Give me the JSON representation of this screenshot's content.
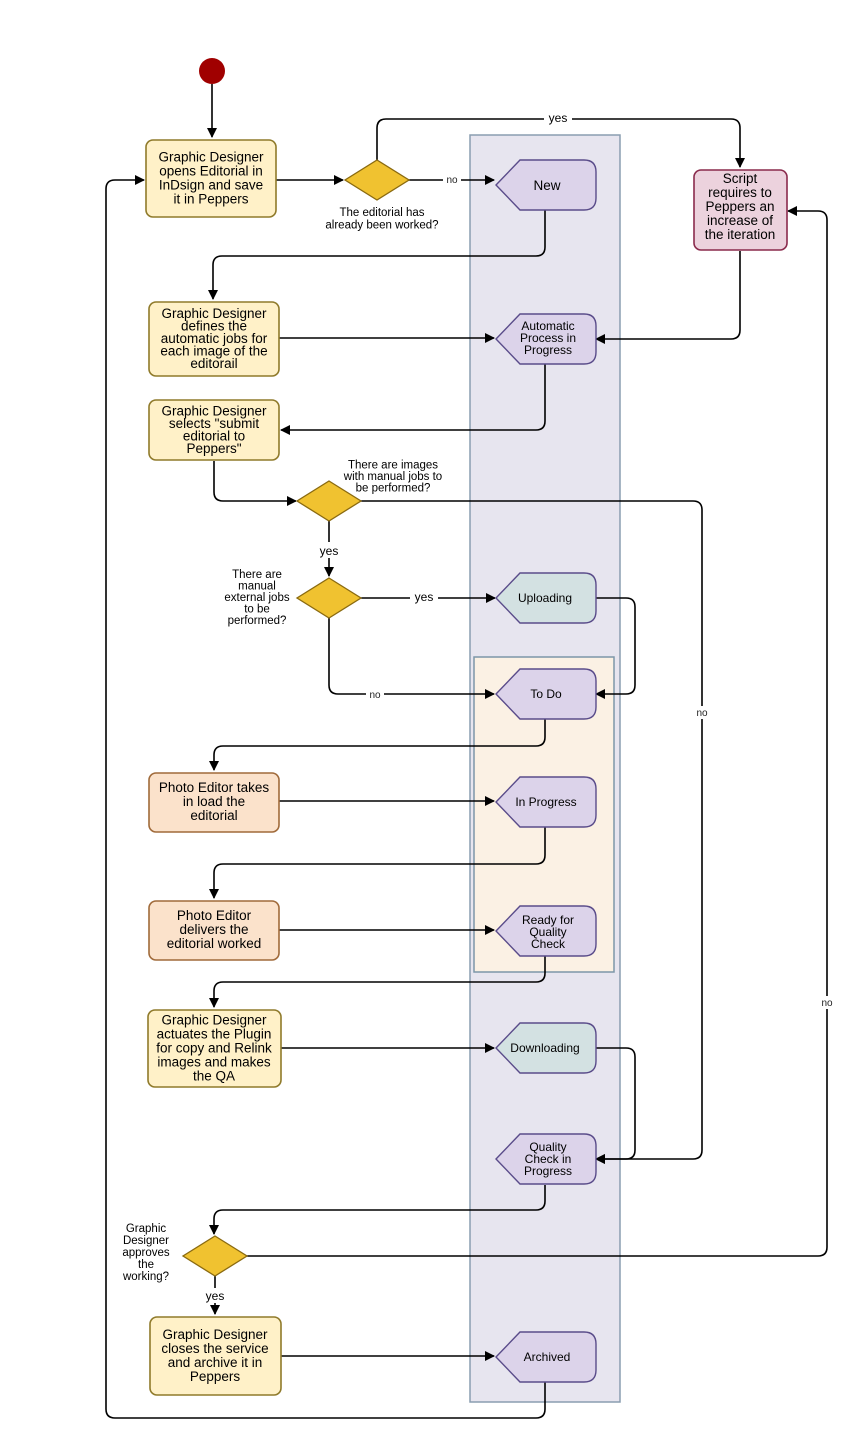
{
  "diagram": {
    "start": "start-node",
    "nodes": {
      "gd_open": [
        "Graphic Designer",
        "opens Editorial in",
        "InDsign and save",
        "it in Peppers"
      ],
      "gd_define": [
        "Graphic Designer",
        "defines the",
        "automatic jobs for",
        "each image of the",
        "editorail"
      ],
      "gd_submit": [
        "Graphic Designer",
        "selects \"submit",
        "editorial to",
        "Peppers\""
      ],
      "pe_load": [
        "Photo Editor takes",
        "in load the",
        "editorial"
      ],
      "pe_deliver": [
        "Photo Editor",
        "delivers the",
        "editorial worked"
      ],
      "gd_plugin": [
        "Graphic Designer",
        "actuates the Plugin",
        "for copy and Relink",
        "images and makes",
        "the QA"
      ],
      "gd_close": [
        "Graphic Designer",
        "closes the service",
        "and archive it in",
        "Peppers"
      ],
      "script": [
        "Script",
        "requires to",
        "Peppers an",
        "increase of",
        "the iteration"
      ]
    },
    "states": {
      "new": [
        "New"
      ],
      "auto": [
        "Automatic",
        "Process in",
        "Progress"
      ],
      "uploading": [
        "Uploading"
      ],
      "todo": [
        "To Do"
      ],
      "inprogress": [
        "In Progress"
      ],
      "ready": [
        "Ready for",
        "Quality",
        "Check"
      ],
      "downloading": [
        "Downloading"
      ],
      "qcip": [
        "Quality",
        "Check in",
        "Progress"
      ],
      "archived": [
        "Archived"
      ]
    },
    "decisions": {
      "worked": [
        "The editorial has",
        "already been worked?"
      ],
      "manual": [
        "There are images",
        "with manual jobs to",
        "be performed?"
      ],
      "external": [
        "There are",
        "manual",
        "external jobs",
        "to be",
        "performed?"
      ],
      "approves": [
        "Graphic",
        "Designer",
        "approves",
        "the",
        "working?"
      ]
    },
    "edge_labels": {
      "yes": "yes",
      "no": "no"
    },
    "colors": {
      "start": "#a00000",
      "decision": "#f0c230",
      "designer_box": "#fff1c8",
      "photo_editor_box": "#fbe2cb",
      "script_box": "#ecd2dd",
      "state": "#dcd3ea",
      "transfer_state": "#d3e1e2",
      "lane": "#e7e5ef",
      "sub_lane": "#fbf1e4"
    }
  }
}
